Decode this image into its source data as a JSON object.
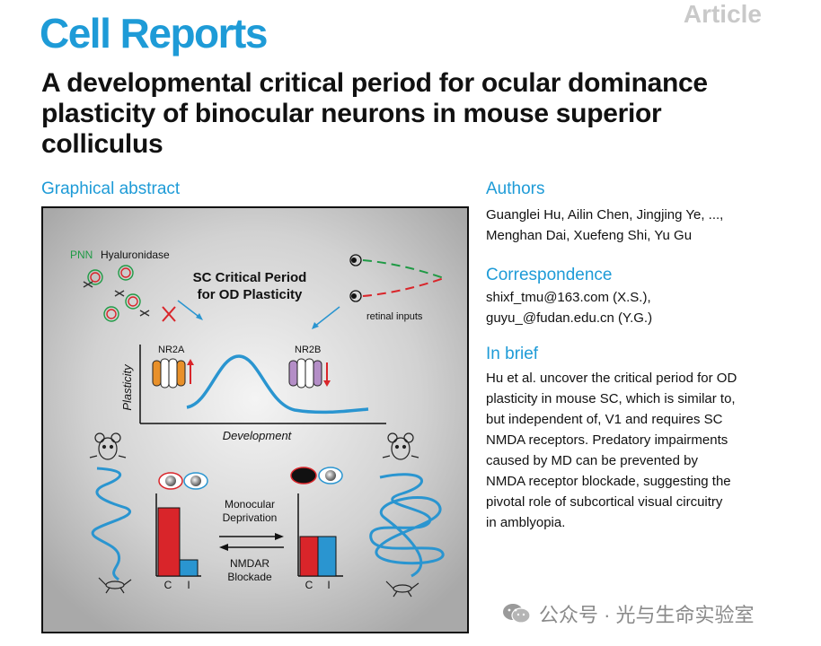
{
  "header": {
    "journal": "Cell Reports",
    "article_type": "Article",
    "title": "A developmental critical period for ocular dominance plasticity of binocular neurons in mouse superior colliculus"
  },
  "graphical_abstract": {
    "heading": "Graphical abstract",
    "pnn": "PNN",
    "hyaluronidase": "Hyaluronidase",
    "critical_title_1": "SC Critical Period",
    "critical_title_2": "for OD Plasticity",
    "retinal_inputs": "retinal inputs",
    "nr2a": "NR2A",
    "nr2b": "NR2B",
    "plasticity": "Plasticity",
    "development": "Development",
    "monocular_1": "Monocular",
    "monocular_2": "Deprivation",
    "nmdar_1": "NMDAR",
    "nmdar_2": "Blockade",
    "bar_c": "C",
    "bar_i": "I",
    "colors": {
      "red": "#d9252a",
      "blue": "#2a95d0",
      "green": "#1f9a45",
      "orange": "#e8902a",
      "purple": "#b48ec7"
    }
  },
  "authors": {
    "heading": "Authors",
    "line1": "Guanglei Hu, Ailin Chen, Jingjing Ye, ...,",
    "line2": "Menghan Dai, Xuefeng Shi, Yu Gu"
  },
  "correspondence": {
    "heading": "Correspondence",
    "line1": "shixf_tmu@163.com (X.S.),",
    "line2": "guyu_@fudan.edu.cn (Y.G.)"
  },
  "in_brief": {
    "heading": "In brief",
    "lines": [
      "Hu et al. uncover the critical period for OD",
      "plasticity in mouse SC, which is similar to,",
      "but independent of, V1 and requires SC",
      "NMDA receptors. Predatory impairments",
      "caused by MD can be prevented by",
      "NMDA receptor blockade, suggesting the",
      "pivotal role of subcortical visual circuitry",
      "in amblyopia."
    ]
  },
  "watermark": {
    "text": "公众号 · 光与生命实验室",
    "icon": "wechat-icon"
  }
}
